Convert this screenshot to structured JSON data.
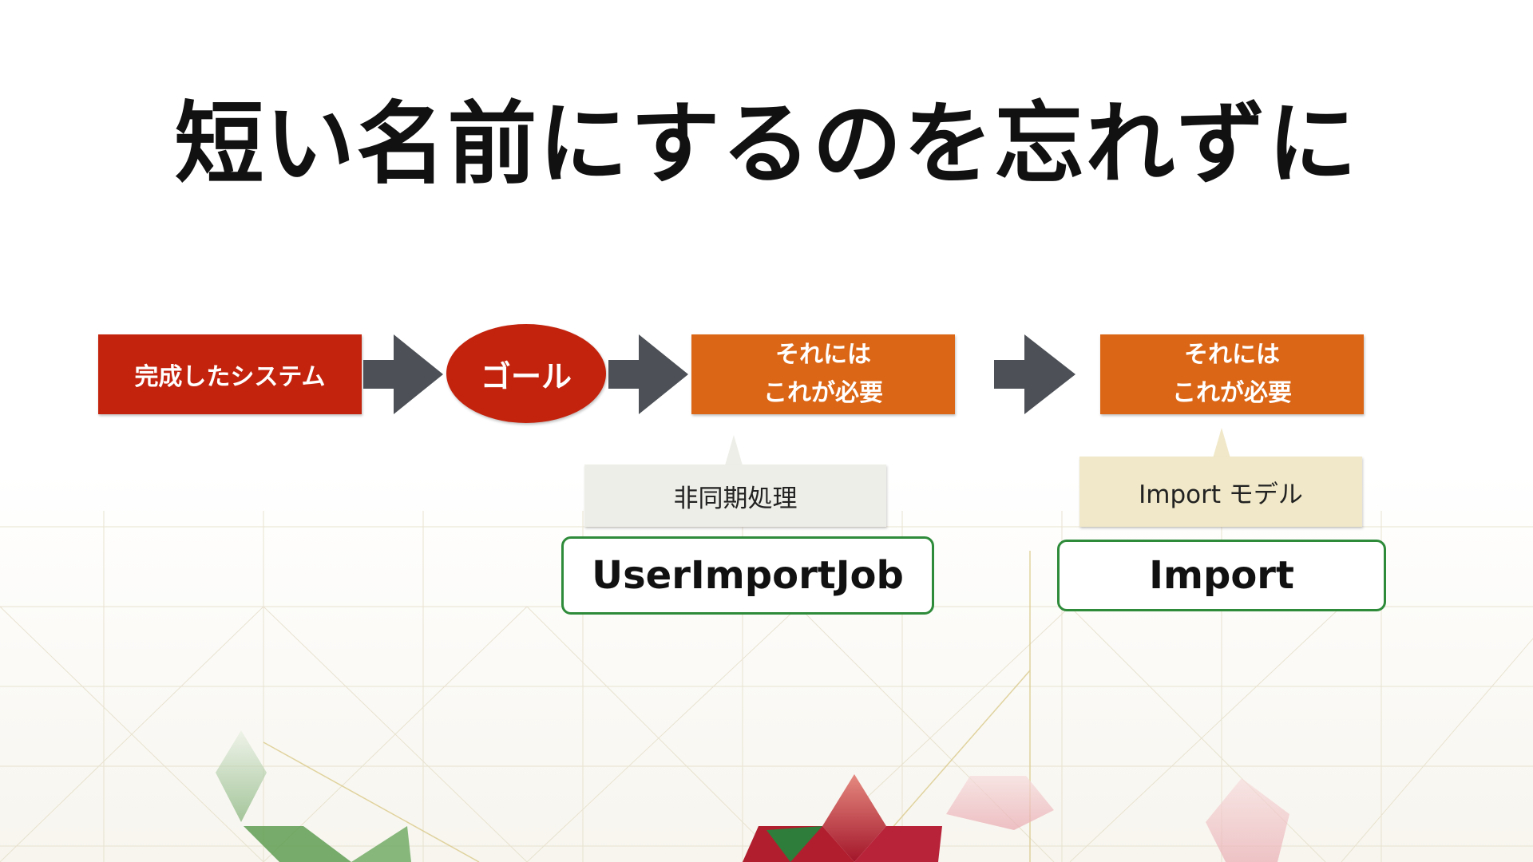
{
  "slide": {
    "title": "短い名前にするのを忘れずに"
  },
  "flow": {
    "system_box": "完成したシステム",
    "goal": "ゴール",
    "need_box_1": {
      "line1": "それには",
      "line2": "これが必要"
    },
    "need_box_2": {
      "line1": "それには",
      "line2": "これが必要"
    }
  },
  "callouts": {
    "callout_1": "非同期処理",
    "callout_2": "Import モデル"
  },
  "names": {
    "name_1": "UserImportJob",
    "name_2": "Import"
  },
  "colors": {
    "red": "#c3230d",
    "orange": "#db6616",
    "arrow_gray": "#4d5157",
    "green_border": "#2e8b3a",
    "callout_grey": "#eeeee8",
    "callout_tan": "#f0e8c8"
  }
}
